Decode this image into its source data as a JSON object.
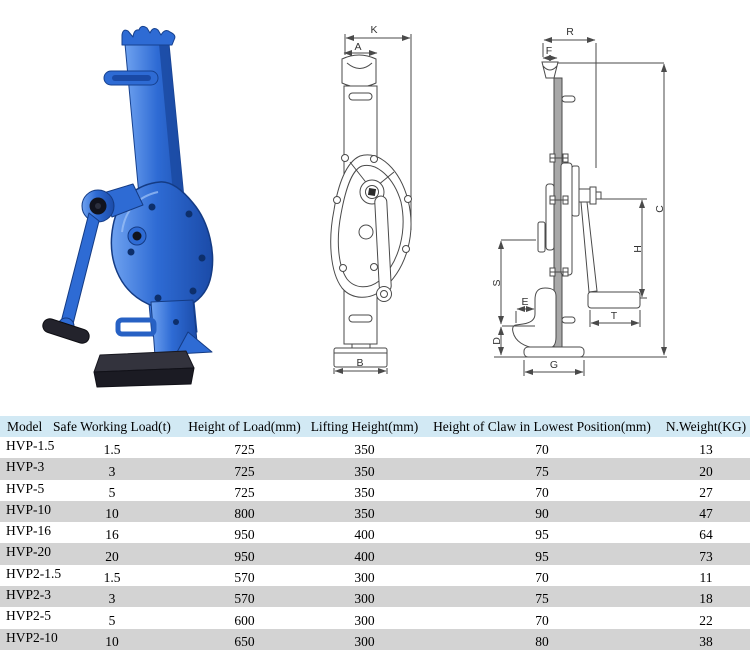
{
  "colors": {
    "jack_blue": "#2e6bd4",
    "jack_blue_dark": "#1a4aa6",
    "jack_blue_light": "#6fa2f0",
    "base_black": "#2a2a32",
    "drawing_line": "#4a4a4a",
    "side_column_gray": "#a8a8a8",
    "table_header_bg": "#d2e9f4",
    "table_alt_row_bg": "#d3d3d3"
  },
  "figures": {
    "photo": {
      "description": "blue rack jack product photo"
    },
    "front_view": {
      "labels": {
        "K": "K",
        "A": "A",
        "B": "B"
      }
    },
    "side_view": {
      "labels": {
        "R": "R",
        "F": "F",
        "C": "C",
        "H": "H",
        "S": "S",
        "E": "E",
        "D": "D",
        "T": "T",
        "G": "G"
      }
    }
  },
  "table": {
    "columns": [
      "Model",
      "Safe Working Load(t)",
      "Height of Load(mm)",
      "Lifting Height(mm)",
      "Height of Claw in Lowest Position(mm)",
      "N.Weight(KG)"
    ],
    "rows": [
      {
        "model": "HVP-1.5",
        "load_t": "1.5",
        "load_height_mm": "725",
        "lifting_height_mm": "350",
        "claw_height_mm": "70",
        "weight_kg": "13"
      },
      {
        "model": "HVP-3",
        "load_t": "3",
        "load_height_mm": "725",
        "lifting_height_mm": "350",
        "claw_height_mm": "75",
        "weight_kg": "20"
      },
      {
        "model": "HVP-5",
        "load_t": "5",
        "load_height_mm": "725",
        "lifting_height_mm": "350",
        "claw_height_mm": "70",
        "weight_kg": "27"
      },
      {
        "model": "HVP-10",
        "load_t": "10",
        "load_height_mm": "800",
        "lifting_height_mm": "350",
        "claw_height_mm": "90",
        "weight_kg": "47"
      },
      {
        "model": "HVP-16",
        "load_t": "16",
        "load_height_mm": "950",
        "lifting_height_mm": "400",
        "claw_height_mm": "95",
        "weight_kg": "64"
      },
      {
        "model": "HVP-20",
        "load_t": "20",
        "load_height_mm": "950",
        "lifting_height_mm": "400",
        "claw_height_mm": "95",
        "weight_kg": "73"
      },
      {
        "model": "HVP2-1.5",
        "load_t": "1.5",
        "load_height_mm": "570",
        "lifting_height_mm": "300",
        "claw_height_mm": "70",
        "weight_kg": "11"
      },
      {
        "model": "HVP2-3",
        "load_t": "3",
        "load_height_mm": "570",
        "lifting_height_mm": "300",
        "claw_height_mm": "75",
        "weight_kg": "18"
      },
      {
        "model": "HVP2-5",
        "load_t": "5",
        "load_height_mm": "600",
        "lifting_height_mm": "300",
        "claw_height_mm": "70",
        "weight_kg": "22"
      },
      {
        "model": "HVP2-10",
        "load_t": "10",
        "load_height_mm": "650",
        "lifting_height_mm": "300",
        "claw_height_mm": "80",
        "weight_kg": "38"
      }
    ]
  }
}
